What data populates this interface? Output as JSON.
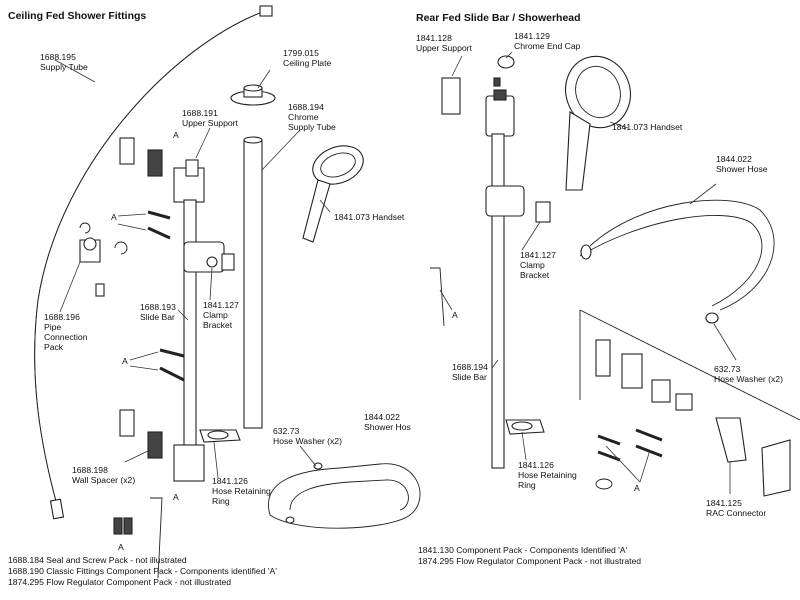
{
  "left": {
    "title": "Ceiling Fed Shower Fittings",
    "supply_tube": [
      "1688.195",
      "Supply Tube"
    ],
    "ceiling_plate": [
      "1799.015",
      "Ceiling Plate"
    ],
    "upper_support": [
      "1688.191",
      "Upper Support"
    ],
    "chrome_tube": [
      "1688.194",
      "Chrome",
      "Supply Tube"
    ],
    "handset": "1841.073 Handset",
    "pipe_pack": [
      "1688.196",
      "Pipe",
      "Connection",
      "Pack"
    ],
    "slide_bar": [
      "1688.193",
      "Slide Bar"
    ],
    "clamp": [
      "1841.127",
      "Clamp",
      "Bracket"
    ],
    "wall_spacer": [
      "1688.198",
      "Wall Spacer (x2)"
    ],
    "hose_ring": [
      "1841.126",
      "Hose Retaining",
      "Ring"
    ],
    "hose_washer": [
      "632.73",
      "Hose Washer (x2)"
    ],
    "shower_hose": [
      "1844.022",
      "Shower Hos"
    ],
    "a_marker": "A",
    "notes": [
      "1688.184 Seal and Screw  Pack - not illustrated",
      "1688.190 Classic Fittings Component Pack - Components identified 'A'",
      "1874.295 Flow Regulator Component Pack - not illustrated"
    ]
  },
  "right": {
    "title": "Rear Fed Slide Bar / Showerhead",
    "upper_support": [
      "1841.128",
      "Upper Support"
    ],
    "end_cap": [
      "1841.129",
      "Chrome End Cap"
    ],
    "handset": "1841.073 Handset",
    "shower_hose": [
      "1844.022",
      "Shower Hose"
    ],
    "clamp": [
      "1841.127",
      "Clamp",
      "Bracket"
    ],
    "slide_bar": [
      "1688.194",
      "Slide Bar"
    ],
    "hose_ring": [
      "1841.126",
      "Hose Retaining",
      "Ring"
    ],
    "hose_washer": [
      "632.73",
      "Hose Washer (x2)"
    ],
    "rac": [
      "1841.125",
      "RAC Connector"
    ],
    "a_marker": "A",
    "notes": [
      "1841.130 Component Pack - Components Identified 'A'",
      "1874.295 Flow Regulator Component Pack - not illustrated"
    ]
  }
}
